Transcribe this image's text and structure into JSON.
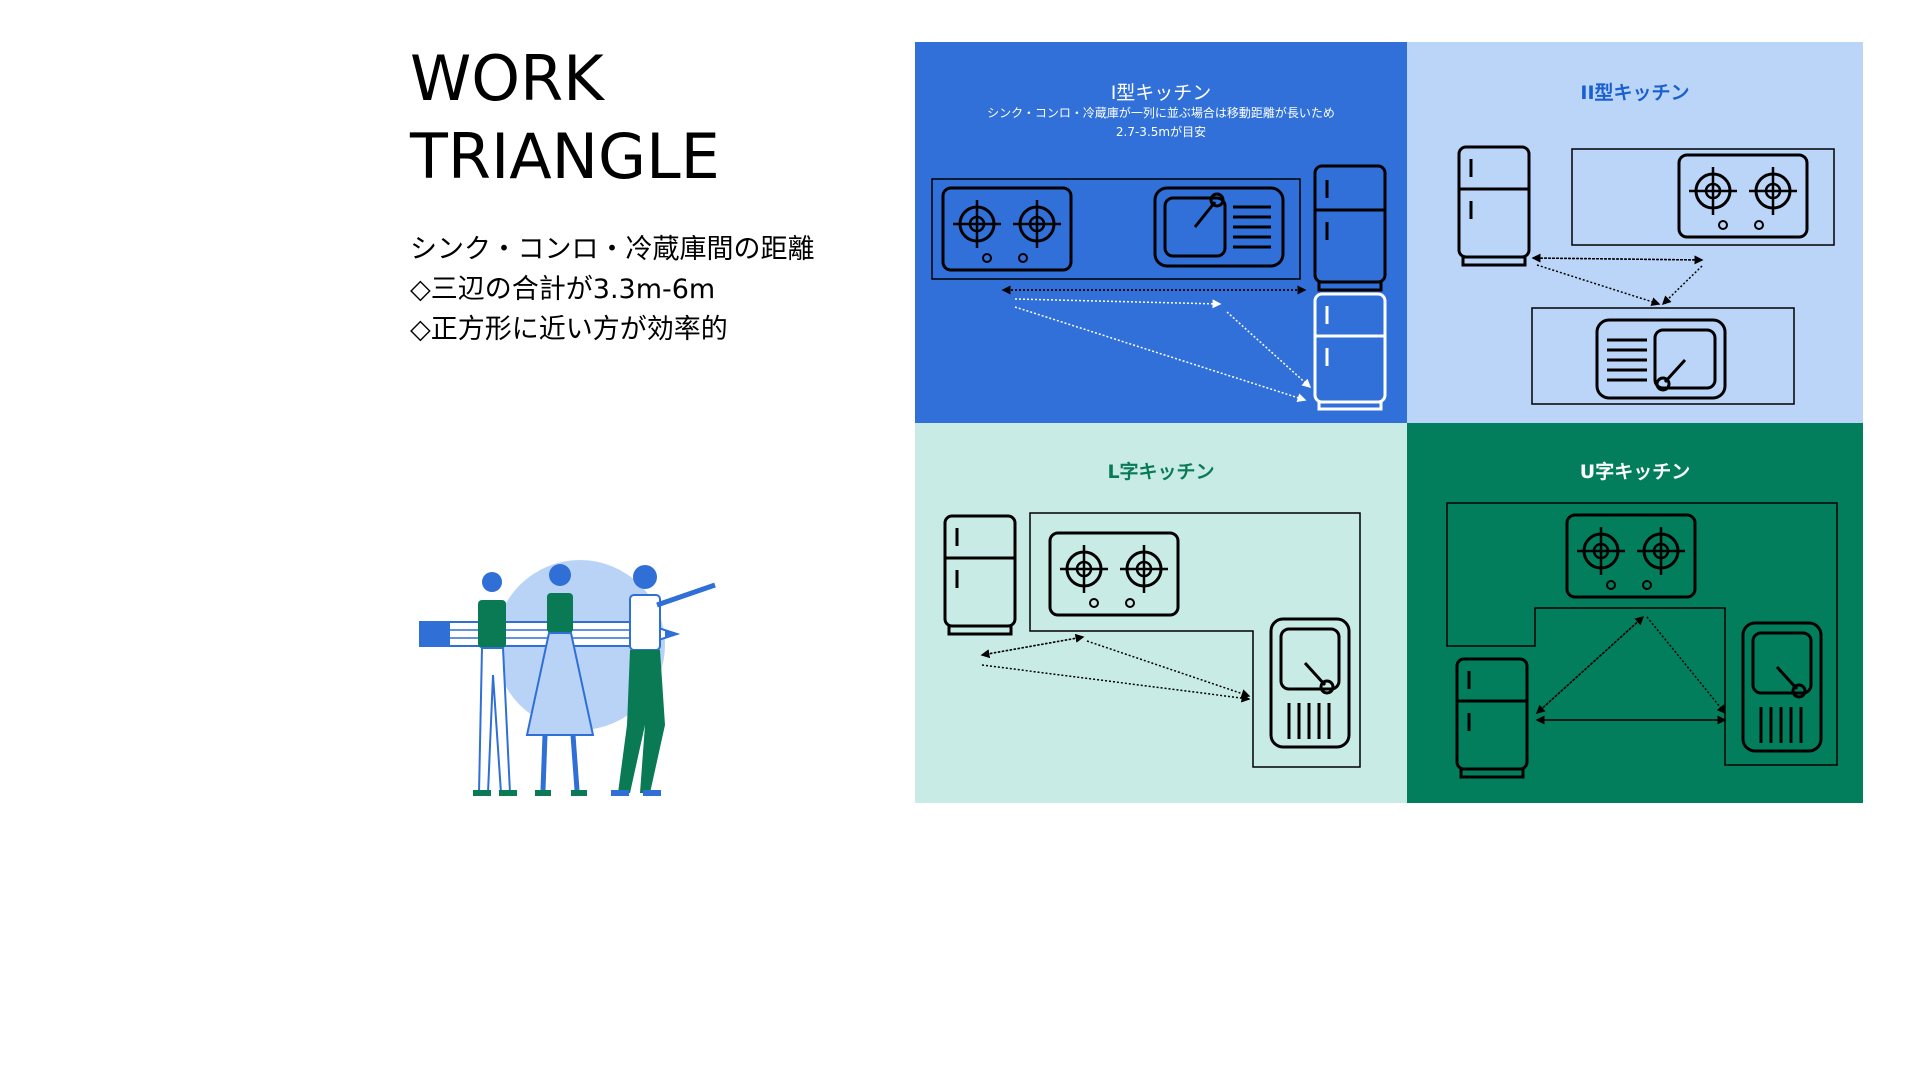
{
  "heading": {
    "line1": "WORK",
    "line2": "TRIANGLE"
  },
  "description": [
    "シンク・コンロ・冷蔵庫間の距離",
    "◇三辺の合計が3.3m-6m",
    "◇正方形に近い方が効率的"
  ],
  "panels": {
    "i_type": {
      "title": "I型キッチン",
      "note1": "シンク・コンロ・冷蔵庫が一列に並ぶ場合は移動距離が長いため",
      "note2": "2.7-3.5mが目安",
      "bg": "#3070d8",
      "text_color": "#ffffff"
    },
    "ii_type": {
      "title": "II型キッチン",
      "bg": "#bad5f8",
      "text_color": "#1a5fd0"
    },
    "l_type": {
      "title": "L字キッチン",
      "bg": "#c8ece5",
      "text_color": "#0a7a55"
    },
    "u_type": {
      "title": "U字キッチン",
      "bg": "#027e5c",
      "text_color": "#ffffff"
    }
  },
  "illustration": {
    "icon": "people-carrying-pencil-icon",
    "accent": "#2f6fd6",
    "green": "#0a7a55",
    "light": "#b9d3f7"
  }
}
